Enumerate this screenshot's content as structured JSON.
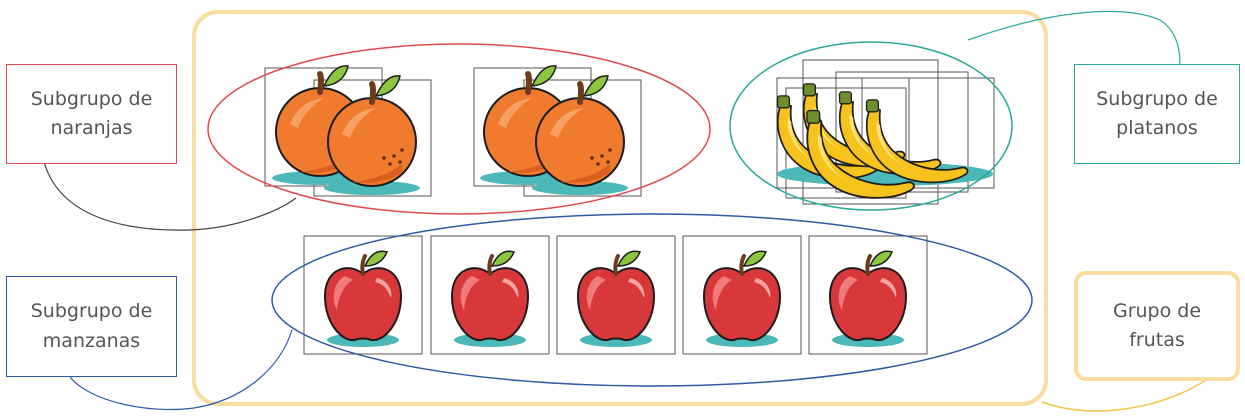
{
  "labels": {
    "oranges": {
      "line1": "Subgrupo de",
      "line2": "naranjas"
    },
    "bananas": {
      "line1": "Subgrupo de",
      "line2": "platanos"
    },
    "apples": {
      "line1": "Subgrupo de",
      "line2": "manzanas"
    },
    "group": {
      "line1": "Grupo de",
      "line2": "frutas"
    }
  },
  "colors": {
    "oranges_outline": "#e0484f",
    "bananas_outline": "#2aa89a",
    "apples_outline": "#2f5aa5",
    "group_outline": "#f9dca0"
  },
  "icons": {
    "orange": "orange-fruit-icon",
    "banana": "banana-bunch-icon",
    "apple": "apple-fruit-icon"
  }
}
